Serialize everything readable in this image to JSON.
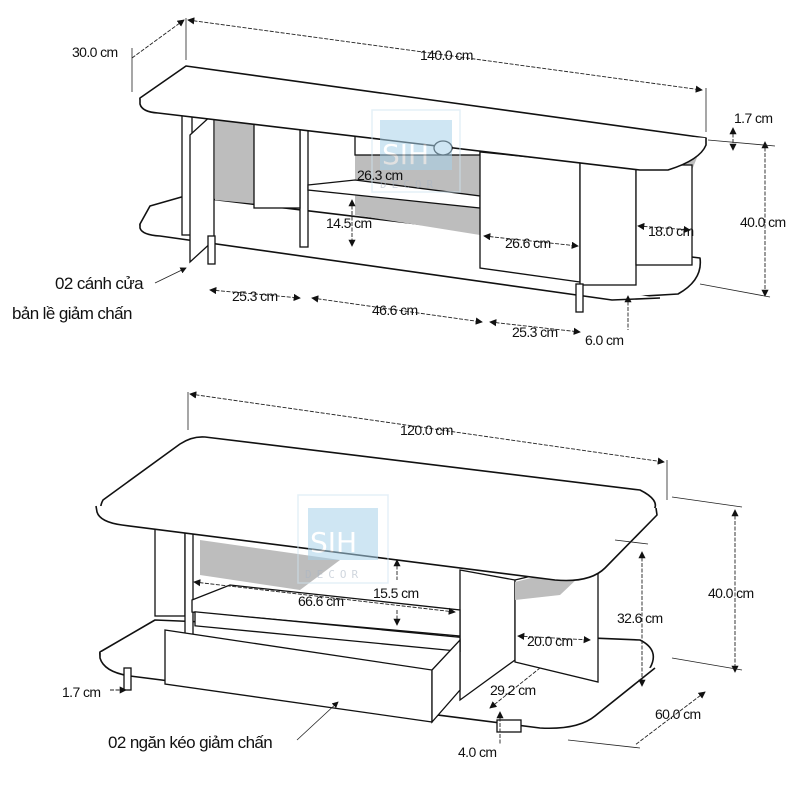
{
  "tv_stand": {
    "dimensions": {
      "depth": "30.0 cm",
      "width": "140.0 cm",
      "top_thickness": "1.7 cm",
      "height": "40.0 cm",
      "shelf_depth": "26.3 cm",
      "shelf_gap": "14.5 cm",
      "door_width": "26.6 cm",
      "side_open": "18.0 cm",
      "left_bay": "25.3 cm",
      "center_bay": "46.6 cm",
      "right_bay": "25.3 cm",
      "leg_height": "6.0 cm"
    },
    "note_line1": "02 cánh cửa",
    "note_line2": "bản lề giảm chấn"
  },
  "coffee_table": {
    "dimensions": {
      "width": "120.0 cm",
      "shelf_width": "66.6 cm",
      "shelf_gap": "15.5 cm",
      "inner_height": "32.6 cm",
      "height": "40.0 cm",
      "side_open": "20.0 cm",
      "inner_depth": "29.2 cm",
      "depth": "60.0 cm",
      "panel_thickness": "1.7 cm",
      "leg_height": "4.0 cm"
    },
    "note": "02 ngăn kéo giảm chấn"
  },
  "watermark": {
    "brand": "SIH",
    "sub": "DECOR",
    "color": "#a8d2ea"
  }
}
